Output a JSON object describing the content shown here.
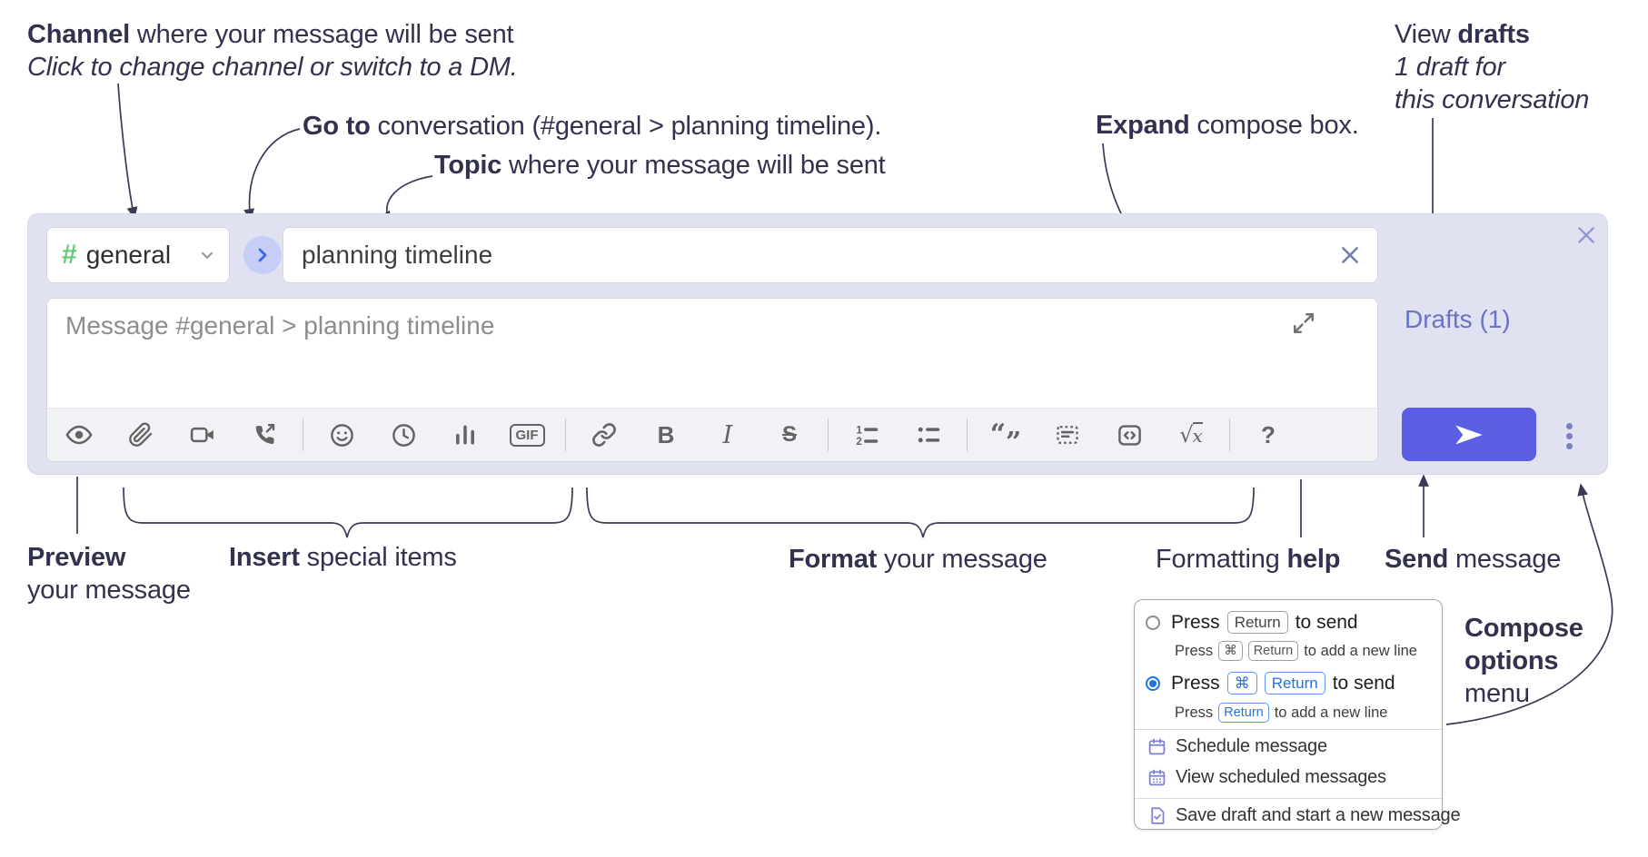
{
  "annotations": {
    "channel": {
      "bold": "Channel",
      "rest": " where your message will be sent",
      "italic": "Click to change channel or switch to a DM."
    },
    "go_to": {
      "bold": "Go to",
      "rest": " conversation (#general > planning timeline)."
    },
    "topic": {
      "bold": "Topic",
      "rest": " where your message will be sent"
    },
    "expand": {
      "bold": "Expand",
      "rest": " compose box."
    },
    "view_drafts": {
      "pre": "View ",
      "bold": "drafts",
      "line2": "1 draft for",
      "line3": "this conversation"
    },
    "preview": {
      "bold": "Preview",
      "line2": "your message"
    },
    "insert": {
      "bold": "Insert",
      "rest": " special items"
    },
    "format": {
      "bold": "Format",
      "rest": " your message"
    },
    "formatting_help": {
      "pre": "Formatting ",
      "bold": "help"
    },
    "send": {
      "bold": "Send",
      "rest": " message"
    },
    "compose_options": {
      "bold1": "Compose",
      "bold2": "options",
      "line3": "menu"
    }
  },
  "compose": {
    "channel": {
      "hash": "#",
      "name": "general"
    },
    "topic_value": "planning timeline",
    "message_placeholder": "Message #general > planning timeline",
    "drafts_label": "Drafts (1)",
    "toolbar_glyphs": {
      "bold": "B",
      "italic": "I",
      "strike": "S",
      "gif": "GIF",
      "quote_open": "“",
      "quote_close": "”",
      "math_root": "√",
      "math_x": "x",
      "help": "?",
      "ol_1": "1",
      "ol_2": "2"
    },
    "toolbar_icons": [
      "preview",
      "attach-file",
      "start-video-call",
      "start-voice-call",
      "emoji",
      "add-global-time",
      "add-poll",
      "add-gif",
      "link",
      "bold",
      "italic",
      "strikethrough",
      "numbered-list",
      "bulleted-list",
      "quote",
      "spoiler",
      "code",
      "math",
      "help"
    ]
  },
  "popup": {
    "send_options": [
      {
        "selected": false,
        "main": {
          "pre": "Press",
          "kbd1": "Return",
          "post": "to send"
        },
        "sub": {
          "pre": "Press",
          "kbd1": "⌘",
          "kbd2": "Return",
          "post": "to add a new line"
        }
      },
      {
        "selected": true,
        "main": {
          "pre": "Press",
          "kbd1": "⌘",
          "kbd2": "Return",
          "post": "to send"
        },
        "sub": {
          "pre": "Press",
          "kbd1": "Return",
          "post": "to add a new line"
        }
      }
    ],
    "items": [
      {
        "label": "Schedule message"
      },
      {
        "label": "View scheduled messages"
      },
      {
        "label": "Save draft and start a new message"
      }
    ]
  },
  "colors": {
    "send_button": "#5b5ee2",
    "drafts_link": "#6b72c4",
    "hash_green": "#69c779",
    "goto_blue": "#3b66ee",
    "goto_circle_bg": "#c6cef7",
    "kbd_blue": "#2472e0",
    "menu_icon_purple": "#7b80d6",
    "compose_bg": "#e0e2f2",
    "annotation_ink": "#32324e"
  }
}
